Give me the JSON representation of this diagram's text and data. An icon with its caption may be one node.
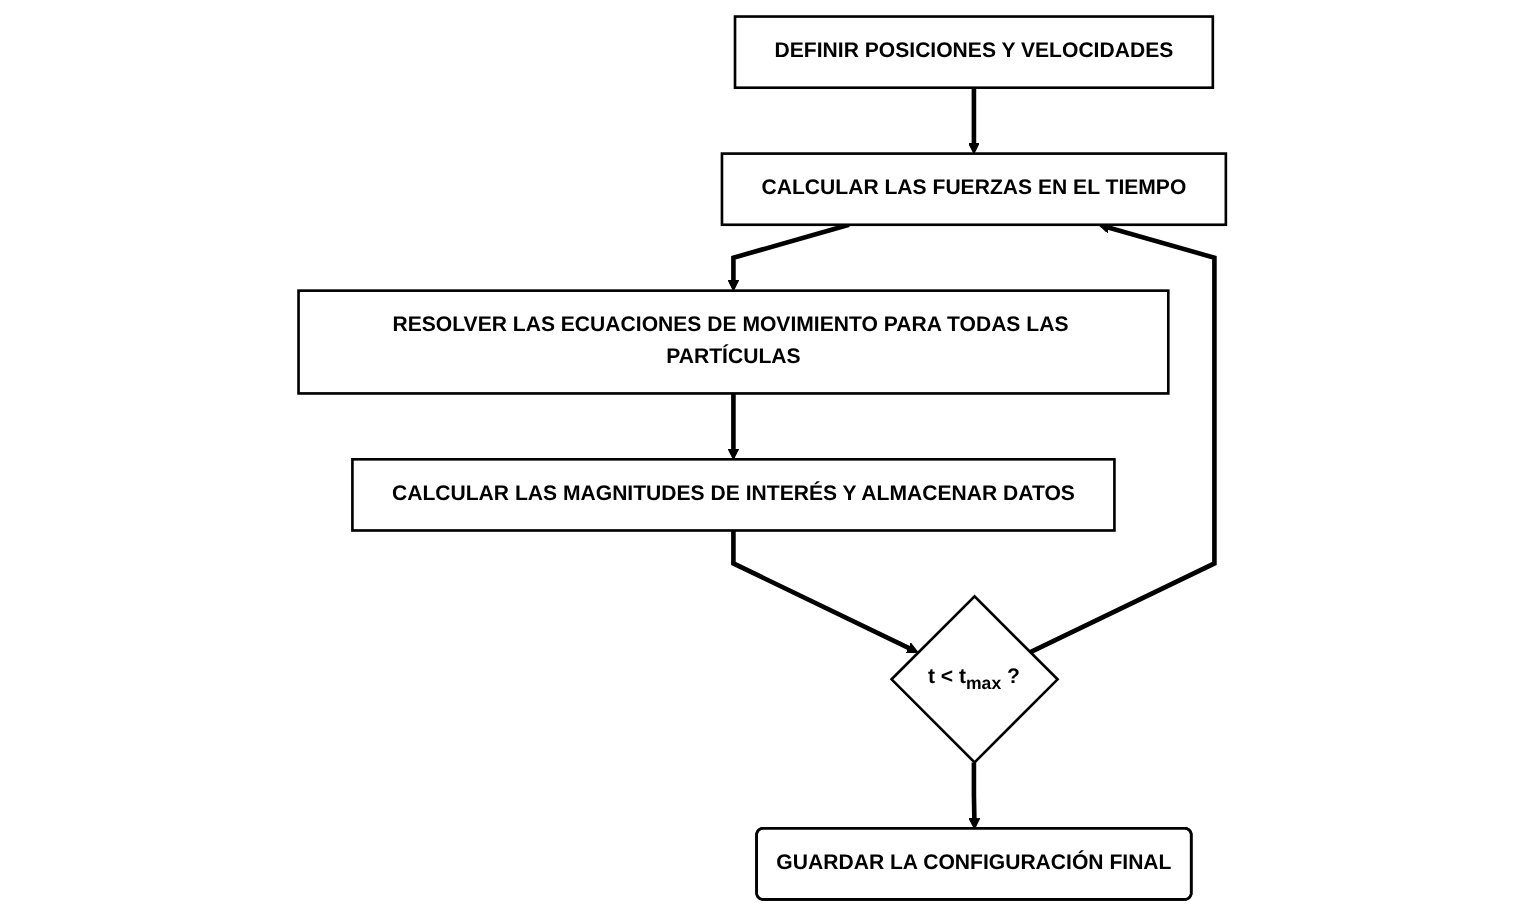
{
  "diagram": {
    "nodes": [
      {
        "text": [
          "DEFINIR POSICIONES Y VELOCIDADES"
        ]
      },
      {
        "text": [
          "CALCULAR LAS FUERZAS EN EL TIEMPO"
        ]
      },
      {
        "text": [
          "RESOLVER LAS ECUACIONES DE MOVIMIENTO PARA TODAS LAS PARTÍCULAS"
        ]
      },
      {
        "text": [
          "CALCULAR LAS MAGNITUDES DE INTERÉS Y ALMACENAR DATOS"
        ]
      },
      {
        "text": [
          "t < t$_{max}$ ?"
        ]
      },
      {
        "text": [
          "GUARDAR LA CONFIGURACIÓN FINAL"
        ]
      }
    ],
    "edges": [
      {
        "from": 0,
        "to": 1,
        "arrow": "to"
      },
      {
        "from": 1,
        "to": 2,
        "arrow": "to"
      },
      {
        "from": 2,
        "to": 3,
        "arrow": "to"
      },
      {
        "from": 3,
        "to": 4,
        "arrow": "to"
      },
      {
        "from": 4,
        "to": 1,
        "arrow": "to"
      },
      {
        "from": 4,
        "to": 5,
        "arrow": "to"
      }
    ]
  }
}
